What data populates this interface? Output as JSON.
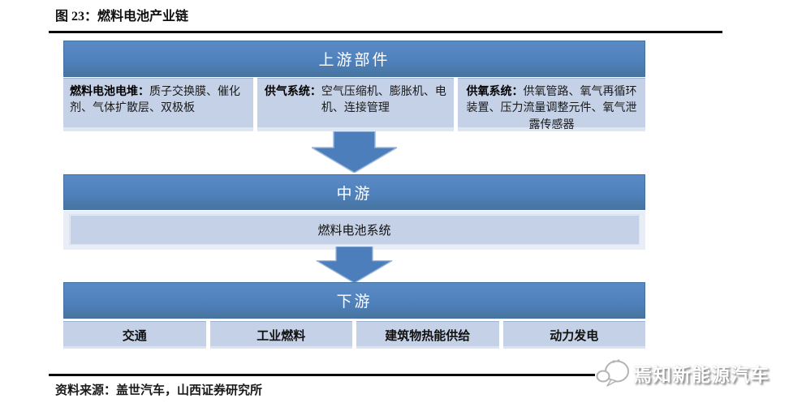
{
  "title": "图 23：燃料电池产业链",
  "colors": {
    "header_blue": "#4F81BD",
    "cell_blue": "#C4D1E6",
    "row_wrap_bg": "#E9EEF6",
    "arrow_blue": "#4C7EBB",
    "arrow_edge": "#9BB7DB",
    "rule_black": "#0A0A0A",
    "band_text": "#FFFFFF"
  },
  "icons": {
    "flow_arrow": "down-arrow-icon",
    "watermark_logo": "speech-bubbles-icon"
  },
  "diagram": {
    "upstream": {
      "header": "上游部件",
      "cells": [
        {
          "label": "燃料电池电堆：",
          "text": "质子交换膜、催化剂、气体扩散层、双极板"
        },
        {
          "label": "供气系统：",
          "text": "空气压缩机、膨胀机、电机、连接管理"
        },
        {
          "label": "供氧系统：",
          "text": "供氧管路、氧气再循环装置、压力流量调整元件、氧气泄露传感器"
        }
      ]
    },
    "midstream": {
      "header": "中游",
      "cells": [
        "燃料电池系统"
      ]
    },
    "downstream": {
      "header": "下游",
      "cells": [
        "交通",
        "工业燃料",
        "建筑物热能供给",
        "动力发电"
      ]
    }
  },
  "footer": {
    "source": "资料来源：盖世汽车，山西证券研究所",
    "watermark": "焉知新能源汽车"
  }
}
